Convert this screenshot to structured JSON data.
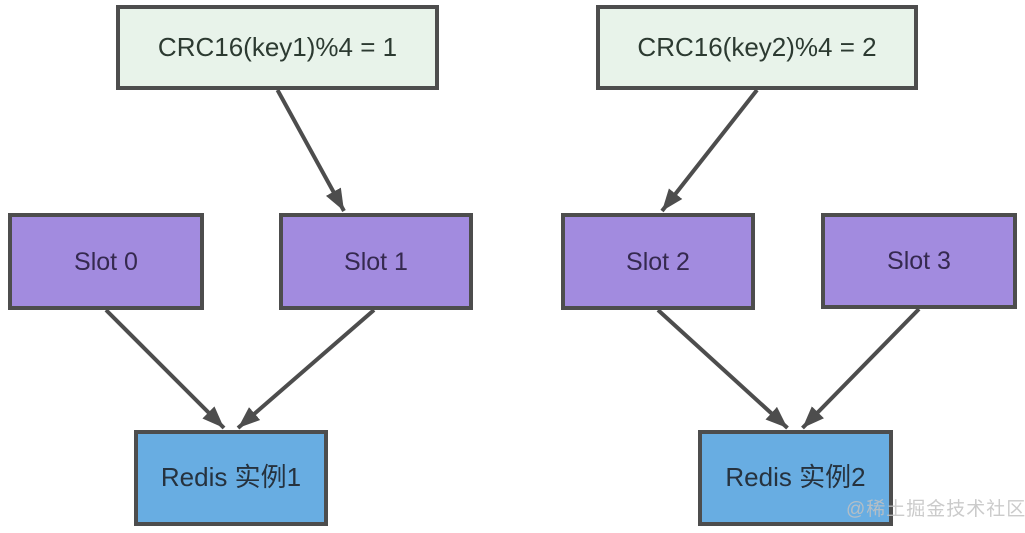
{
  "diagram": {
    "type": "flowchart",
    "description": "Redis cluster CRC16 hash slot to instance mapping",
    "nodes": [
      {
        "id": "crc1",
        "label": "CRC16(key1)%4 = 1",
        "kind": "hash-formula"
      },
      {
        "id": "crc2",
        "label": "CRC16(key2)%4 = 2",
        "kind": "hash-formula"
      },
      {
        "id": "slot0",
        "label": "Slot 0",
        "kind": "slot"
      },
      {
        "id": "slot1",
        "label": "Slot 1",
        "kind": "slot"
      },
      {
        "id": "slot2",
        "label": "Slot 2",
        "kind": "slot"
      },
      {
        "id": "slot3",
        "label": "Slot 3",
        "kind": "slot"
      },
      {
        "id": "redis1",
        "label": "Redis 实例1",
        "kind": "instance"
      },
      {
        "id": "redis2",
        "label": "Redis 实例2",
        "kind": "instance"
      }
    ],
    "edges": [
      {
        "from": "crc1",
        "to": "slot1",
        "edx": -32
      },
      {
        "from": "crc2",
        "to": "slot2",
        "edx": 4
      },
      {
        "from": "slot0",
        "to": "redis1",
        "edx": -7
      },
      {
        "from": "slot1",
        "to": "redis1",
        "sdx": -2,
        "edx": 7
      },
      {
        "from": "slot2",
        "to": "redis2",
        "edx": -8
      },
      {
        "from": "slot3",
        "to": "redis2",
        "edx": 7
      }
    ],
    "watermark": "@稀土掘金技术社区",
    "colors": {
      "hash_fill": "#e8f3ea",
      "slot_fill": "#a28bdf",
      "instance_fill": "#68ade2",
      "border": "#4d4d4d",
      "arrow": "#4d4d4d",
      "hash_text": "#2c3a31",
      "slot_text": "#35294f",
      "instance_text": "#26323e",
      "watermark_text": "#c2c2c2"
    }
  }
}
